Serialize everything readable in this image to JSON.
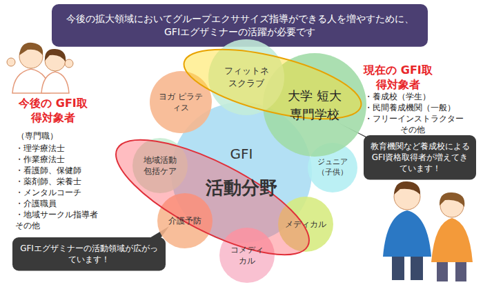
{
  "diagram": {
    "nodes": [
      {
        "text": [
          "今後の拡大領域においてグループエクササイズ指導ができる人を増やすために、GFIエグザミナーの活躍が必要です"
        ]
      },
      {
        "text": [
          "GFI",
          "活動分野"
        ]
      },
      {
        "text": [
          "フィットネスクラブ"
        ]
      },
      {
        "text": [
          "大学 短大 専門学校"
        ]
      },
      {
        "text": [
          "ジュニア （子供）"
        ]
      },
      {
        "text": [
          "メディカル"
        ]
      },
      {
        "text": [
          "コメディカル"
        ]
      },
      {
        "text": [
          "介護予防"
        ]
      },
      {
        "text": [
          "地域活動 包括ケア"
        ]
      },
      {
        "text": [
          "ヨガ ピラティス"
        ]
      },
      {
        "text": [
          "教育機関など養成校によるGFI資格取得者が増えてきています！"
        ]
      },
      {
        "text": [
          "GFIエグザミナーの活動領域が広がっています！"
        ]
      }
    ],
    "labels": [
      "今後の GFI取得対象者",
      "（専門職）",
      "・理学療法士",
      "・作業療法士",
      "・看護師、保健師",
      "・薬剤師、栄養士",
      "・メンタルコーチ",
      "・介護職員",
      "・地域サークル指導者",
      "その他",
      "現在の GFI取得対象者",
      "・養成校（学生）",
      "・民間養成機関（一般）",
      "・フリーインストラクター",
      "その他"
    ]
  }
}
